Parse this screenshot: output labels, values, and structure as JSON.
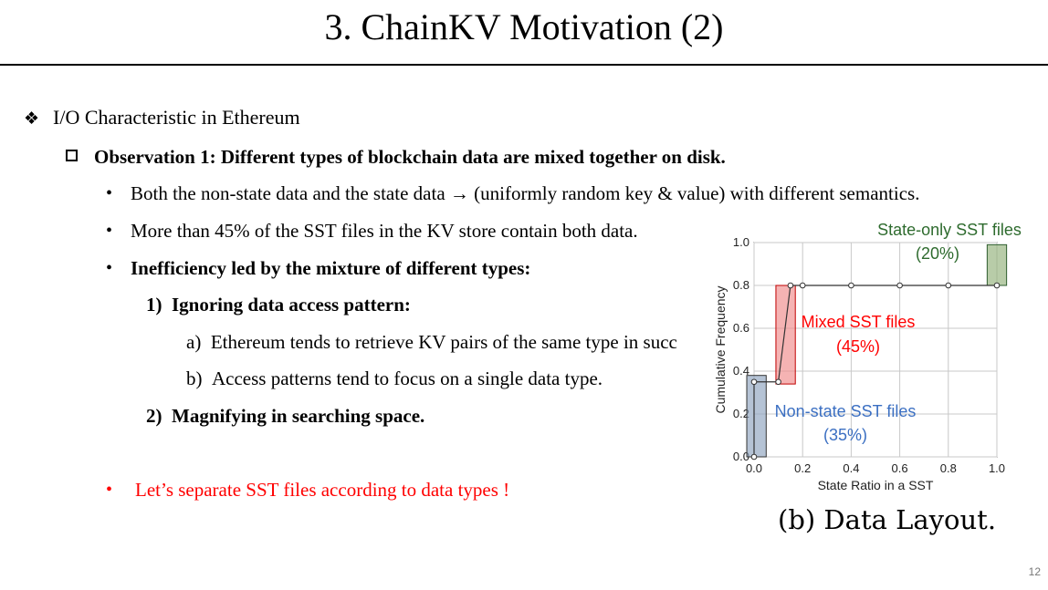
{
  "slide": {
    "title": "3. ChainKV Motivation (2)",
    "page_number": "12"
  },
  "content": {
    "section": "I/O Characteristic in Ethereum",
    "observation": "Observation 1: Different types of blockchain data are mixed together on disk.",
    "bullet1": "Both the non-state data and the state data → (uniformly random key & value) with different semantics.",
    "bullet2": "More than 45% of the SST files in the KV store contain both data.",
    "bullet3": "Inefficiency led by the mixture of different types:",
    "item1": "1)  Ignoring data access pattern:",
    "item1a": "a)  Ethereum tends to retrieve KV pairs of the same type in succ",
    "item1b": "b)  Access patterns tend to focus on a single data type.",
    "item2": "2)  Magnifying in searching space.",
    "conclusion": "Let’s separate SST files according to data types !"
  },
  "figure": {
    "caption": "(b) Data Layout.",
    "colors": {
      "state_only": "#92b17a",
      "mixed": "#f08a8a",
      "non_state": "#8ea3bf",
      "red_text": "#ff0000",
      "blue_text": "#3b6fc2",
      "green_text": "#2e6b2e"
    }
  },
  "chart_data": {
    "type": "line",
    "xlabel": "State Ratio in a SST",
    "ylabel": "Cumulative Frequency",
    "xlim": [
      0.0,
      1.0
    ],
    "ylim": [
      0.0,
      1.0
    ],
    "x_ticks": [
      "0.0",
      "0.2",
      "0.4",
      "0.6",
      "0.8",
      "1.0"
    ],
    "y_ticks": [
      "0.0",
      "0.2",
      "0.4",
      "0.6",
      "0.8",
      "1.0"
    ],
    "grid": true,
    "series": [
      {
        "x": [
          0.0,
          0.0,
          0.1,
          0.15,
          0.2,
          0.4,
          0.6,
          0.8,
          1.0
        ],
        "y": [
          0.0,
          0.35,
          0.35,
          0.8,
          0.8,
          0.8,
          0.8,
          0.8,
          0.8
        ]
      }
    ],
    "regions": [
      {
        "label": "Non-state SST files",
        "percent": "(35%)",
        "x_range": [
          -0.03,
          0.05
        ],
        "y_range": [
          0.0,
          0.38
        ]
      },
      {
        "label": "Mixed SST files",
        "percent": "(45%)",
        "x_range": [
          0.09,
          0.17
        ],
        "y_range": [
          0.34,
          0.8
        ]
      },
      {
        "label": "State-only SST files",
        "percent": "(20%)",
        "x_range": [
          0.96,
          1.04
        ],
        "y_range": [
          0.8,
          0.99
        ]
      }
    ]
  }
}
